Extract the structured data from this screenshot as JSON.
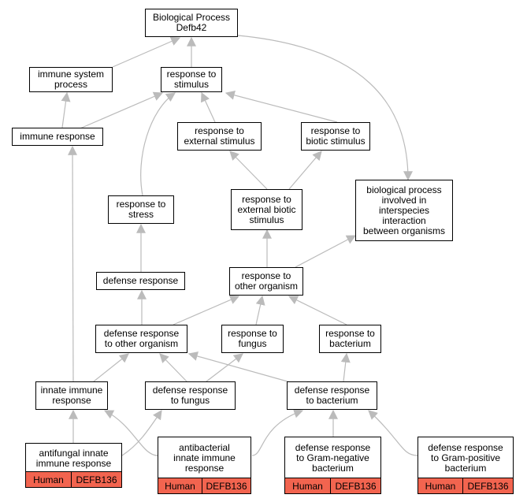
{
  "colors": {
    "edge": "#bbbbbb",
    "annotation_fill": "#f2644f",
    "node_border": "#000000"
  },
  "nodes": [
    {
      "id": "root",
      "label": "Biological Process\nDefb42"
    },
    {
      "id": "imm_sys",
      "label": "immune system\nprocess"
    },
    {
      "id": "resp_stim",
      "label": "response to\nstimulus"
    },
    {
      "id": "imm_resp",
      "label": "immune response"
    },
    {
      "id": "resp_ext",
      "label": "response to\nexternal stimulus"
    },
    {
      "id": "resp_bio",
      "label": "response to\nbiotic stimulus"
    },
    {
      "id": "resp_stress",
      "label": "response to\nstress"
    },
    {
      "id": "resp_extbio",
      "label": "response to\nexternal biotic\nstimulus"
    },
    {
      "id": "bio_inter",
      "label": "biological process\ninvolved in\ninterspecies\ninteraction\nbetween organisms"
    },
    {
      "id": "def_resp",
      "label": "defense response"
    },
    {
      "id": "resp_other",
      "label": "response to\nother organism"
    },
    {
      "id": "def_other",
      "label": "defense response\nto other organism"
    },
    {
      "id": "resp_fungus",
      "label": "response to\nfungus"
    },
    {
      "id": "resp_bact",
      "label": "response to\nbacterium"
    },
    {
      "id": "innate",
      "label": "innate immune\nresponse"
    },
    {
      "id": "def_fungus",
      "label": "defense response\nto fungus"
    },
    {
      "id": "def_bact",
      "label": "defense response\nto bacterium"
    }
  ],
  "annotated_nodes": [
    {
      "id": "antifungal",
      "label": "antifungal innate\nimmune response",
      "species": "Human",
      "gene": "DEFB136"
    },
    {
      "id": "antibact",
      "label": "antibacterial\ninnate immune\nresponse",
      "species": "Human",
      "gene": "DEFB136"
    },
    {
      "id": "gramneg",
      "label": "defense response\nto Gram-negative\nbacterium",
      "species": "Human",
      "gene": "DEFB136"
    },
    {
      "id": "grampos",
      "label": "defense response\nto Gram-positive\nbacterium",
      "species": "Human",
      "gene": "DEFB136"
    }
  ]
}
